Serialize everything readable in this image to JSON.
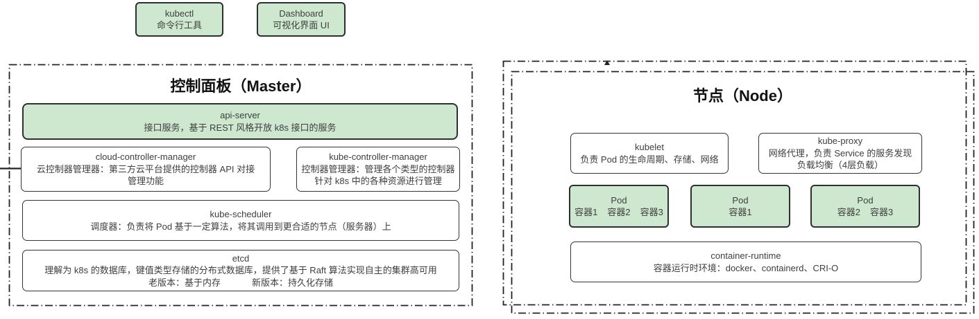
{
  "colors": {
    "green_fill": "#cde8cf",
    "box_border": "#333333",
    "dash_border": "#222222",
    "text": "#3e3e3e"
  },
  "top_row": {
    "kubectl": {
      "title": "kubectl",
      "subtitle": "命令行工具"
    },
    "dashboard": {
      "title": "Dashboard",
      "subtitle": "可视化界面 UI"
    }
  },
  "master_panel": {
    "title": "控制面板（Master）",
    "api_server": {
      "title": "api-server",
      "line1": "接口服务，基于 REST 风格开放 k8s 接口的服务"
    },
    "cloud_controller_manager": {
      "title": "cloud-controller-manager",
      "line1": "云控制器管理器：第三方云平台提供的控制器 API 对接",
      "line2": "管理功能"
    },
    "kube_controller_manager": {
      "title": "kube-controller-manager",
      "line1": "控制器管理器：管理各个类型的控制器",
      "line2": "针对 k8s 中的各种资源进行管理"
    },
    "kube_scheduler": {
      "title": "kube-scheduler",
      "line1": "调度器：负责将 Pod 基于一定算法，将其调用到更合适的节点（服务器）上"
    },
    "etcd": {
      "title": "etcd",
      "line1": "理解为 k8s 的数据库，键值类型存储的分布式数据库，提供了基于 Raft 算法实现自主的集群高可用",
      "line2a": "老版本：基于内存",
      "line2b": "新版本：持久化存储"
    }
  },
  "node_panel": {
    "title": "节点（Node）",
    "kubelet": {
      "title": "kubelet",
      "line1": "负责 Pod 的生命周期、存储、网络"
    },
    "kube_proxy": {
      "title": "kube-proxy",
      "line1": "网络代理，负责 Service 的服务发现",
      "line2": "负载均衡（4层负载）"
    },
    "pods": [
      {
        "title": "Pod",
        "containers": [
          "容器1",
          "容器2",
          "容器3"
        ]
      },
      {
        "title": "Pod",
        "containers": [
          "容器1"
        ]
      },
      {
        "title": "Pod",
        "containers": [
          "容器2",
          "容器3"
        ]
      }
    ],
    "container_runtime": {
      "title": "container-runtime",
      "line1": "容器运行时环境：docker、containerd、CRI-O"
    }
  }
}
